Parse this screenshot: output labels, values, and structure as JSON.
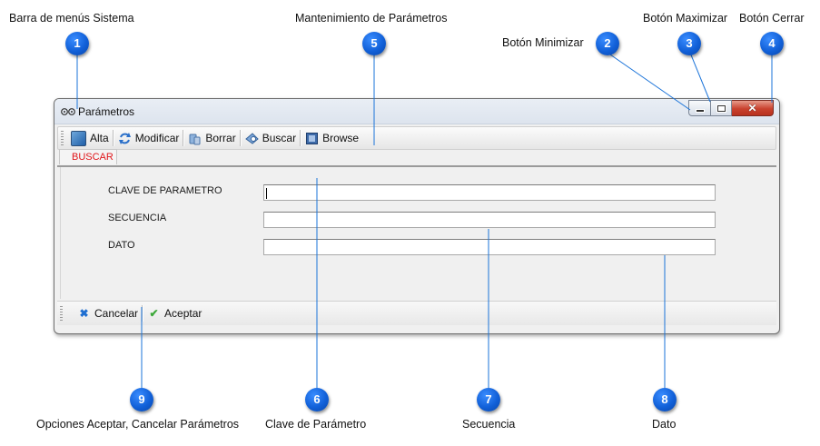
{
  "callouts": {
    "c1": {
      "num": "1",
      "text": "Barra de menús Sistema"
    },
    "c2": {
      "num": "2",
      "text": "Botón Minimizar"
    },
    "c3": {
      "num": "3",
      "text": "Botón Maximizar"
    },
    "c4": {
      "num": "4",
      "text": "Botón Cerrar"
    },
    "c5": {
      "num": "5",
      "text": "Mantenimiento de Parámetros"
    },
    "c6": {
      "num": "6",
      "text": "Clave de Parámetro"
    },
    "c7": {
      "num": "7",
      "text": "Secuencia"
    },
    "c8": {
      "num": "8",
      "text": "Dato"
    },
    "c9": {
      "num": "9",
      "text": "Opciones Aceptar, Cancelar Parámetros"
    }
  },
  "window": {
    "title": "Parámetros",
    "title_icon": "system-menu-icon",
    "close_glyph": "✕"
  },
  "toolbar": {
    "alta": "Alta",
    "modificar": "Modificar",
    "borrar": "Borrar",
    "buscar": "Buscar",
    "browse": "Browse"
  },
  "tab": {
    "label": "BUSCAR"
  },
  "form": {
    "clave_label": "CLAVE DE PARAMETRO",
    "clave_value": "",
    "secuencia_label": "SECUENCIA",
    "secuencia_value": "",
    "dato_label": "DATO",
    "dato_value": ""
  },
  "actions": {
    "cancelar": "Cancelar",
    "cancelar_glyph": "✖",
    "aceptar": "Aceptar",
    "aceptar_glyph": "✔"
  },
  "colors": {
    "badge": "#1160d8",
    "tab_text": "#e0161a",
    "callout_line": "#1a73d9"
  }
}
